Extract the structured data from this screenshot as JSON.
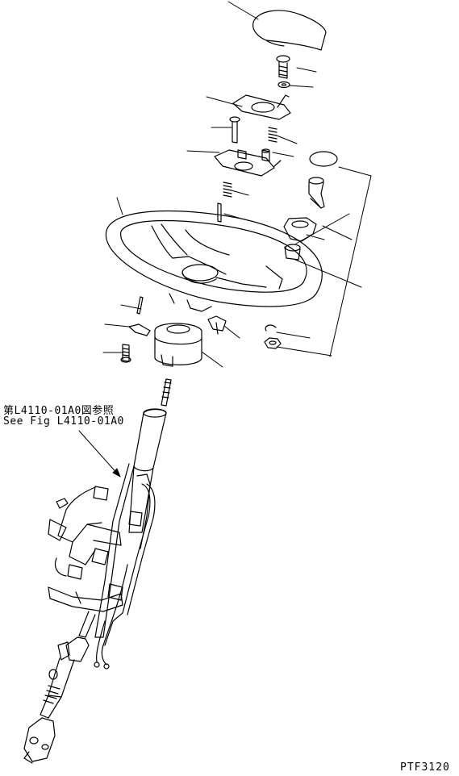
{
  "reference_note": {
    "japanese": "第L4110-01A0図参照",
    "english": "See Fig L4110-01A0"
  },
  "drawing_code": "PTF3120",
  "colors": {
    "line": "#000000",
    "background": "#ffffff"
  }
}
